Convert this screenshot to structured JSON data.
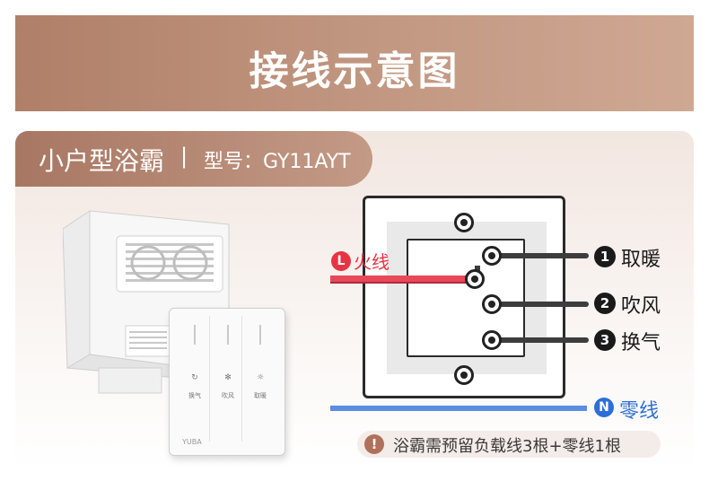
{
  "header": {
    "title": "接线示意图"
  },
  "model": {
    "name": "小户型浴霸",
    "separator": "|",
    "model_no": "型号：GY11AYT"
  },
  "product": {
    "switch_labels": [
      "换气",
      "吹风",
      "取暖"
    ],
    "brand_mark": "YUBA"
  },
  "wiring": {
    "live": {
      "badge": "L",
      "label": "火线"
    },
    "neutral": {
      "badge": "N",
      "label": "零线"
    },
    "terminals": [
      {
        "number": "1",
        "label": "取暖"
      },
      {
        "number": "2",
        "label": "吹风"
      },
      {
        "number": "3",
        "label": "换气"
      }
    ]
  },
  "note": {
    "icon": "!",
    "text": "浴霸需预留负载线3根+零线1根"
  },
  "colors": {
    "live_wire": "#e7495a",
    "neutral_wire": "#5b8ee0",
    "accent": "#b07f68"
  }
}
